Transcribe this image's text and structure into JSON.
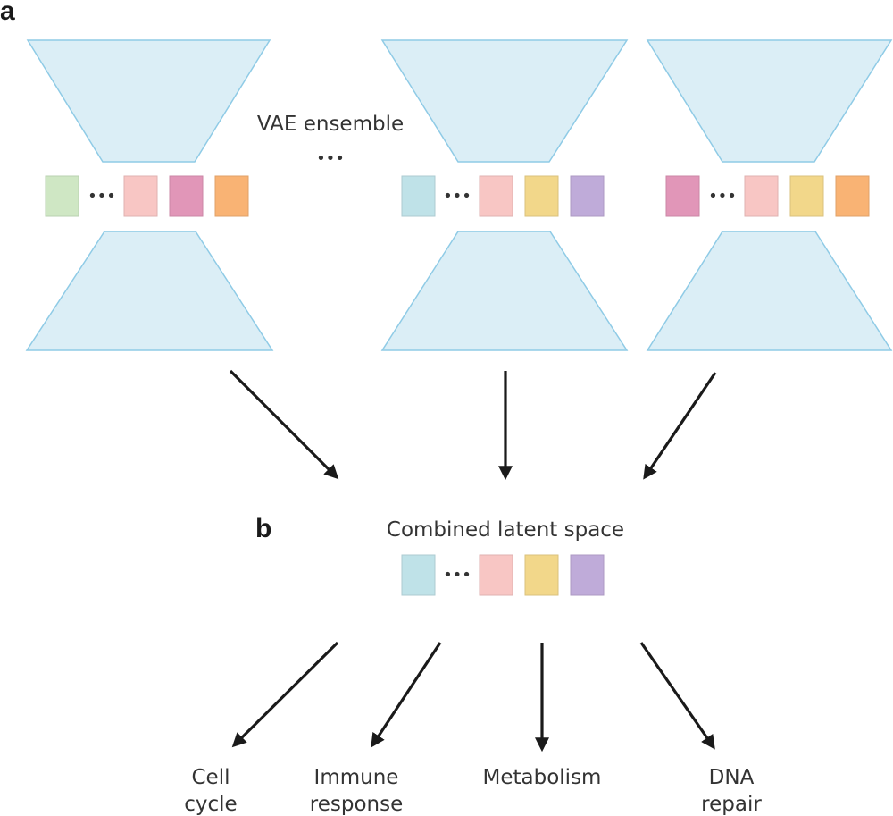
{
  "panels": {
    "a": "a",
    "b": "b"
  },
  "ensemble_label": "VAE ensemble",
  "ellipsis": "•••",
  "combined_label": "Combined latent space",
  "categories": [
    {
      "line1": "Cell",
      "line2": "cycle"
    },
    {
      "line1": "Immune",
      "line2": "response"
    },
    {
      "line1": "Metabolism",
      "line2": ""
    },
    {
      "line1": "DNA",
      "line2": "repair"
    }
  ],
  "colors": {
    "trapezoid_fill": "#dbeef6",
    "trapezoid_stroke": "#8fcbe6",
    "green": "#cfe7c4",
    "pink": "#f8c6c4",
    "magenta": "#e196b8",
    "orange": "#f9b374",
    "teal": "#bfe2e8",
    "yellow": "#f2d78a",
    "purple": "#bfabd9",
    "arrow": "#1a1a1a"
  },
  "latent_vectors": [
    [
      "green",
      "pink",
      "magenta",
      "orange"
    ],
    [
      "teal",
      "pink",
      "yellow",
      "purple"
    ],
    [
      "magenta",
      "pink",
      "yellow",
      "orange"
    ]
  ],
  "combined_vector": [
    "teal",
    "pink",
    "yellow",
    "purple"
  ]
}
